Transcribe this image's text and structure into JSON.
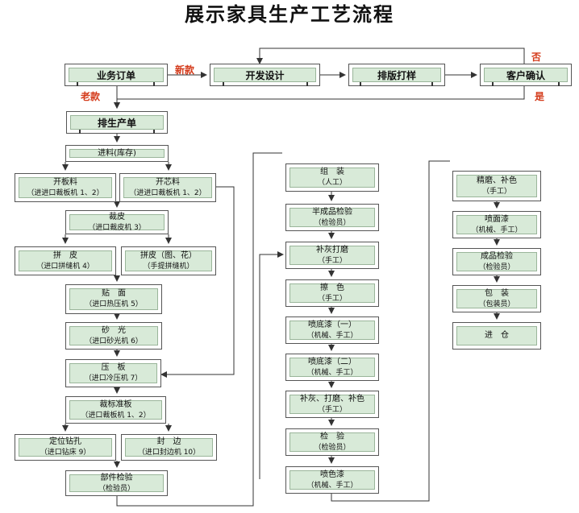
{
  "title": "展示家具生产工艺流程",
  "labels": {
    "new": "新款",
    "old": "老款",
    "no": "否",
    "yes": "是"
  },
  "top_boxes": {
    "order": "业务订单",
    "design": "开发设计",
    "typeset": "排版打样",
    "confirm": "客户确认",
    "schedule": "排生产单"
  },
  "col1": {
    "feed": {
      "l1": "进料(库存)"
    },
    "cut_board": {
      "l1": "开板料",
      "l2": "（进进口裁板机 1、2）"
    },
    "cut_core": {
      "l1": "开芯料",
      "l2": "（进进口裁板机 1、2）"
    },
    "cut_skin": {
      "l1": "裁皮",
      "l2": "（进口裁皮机 3）"
    },
    "splice": {
      "l1": "拼　皮",
      "l2": "（进口拼缝机 4）"
    },
    "splice_pattern": {
      "l1": "拼皮（图、花）",
      "l2": "（手提拼缝机）"
    },
    "veneer": {
      "l1": "贴　面",
      "l2": "（进口热压机 5）"
    },
    "sanding": {
      "l1": "砂　光",
      "l2": "（进口砂光机 6）"
    },
    "press": {
      "l1": "压　板",
      "l2": "（进口冷压机 7）"
    },
    "cut_std": {
      "l1": "裁标准板",
      "l2": "（进口裁板机 1、2）"
    },
    "drill": {
      "l1": "定位钻孔",
      "l2": "（进口钻床 9）"
    },
    "edge": {
      "l1": "封　边",
      "l2": "（进口封边机 10）"
    },
    "part_inspect": {
      "l1": "部件检验",
      "l2": "（检验员）"
    }
  },
  "col2": [
    {
      "l1": "组　装",
      "l2": "（人工）"
    },
    {
      "l1": "半成品检验",
      "l2": "（检验员）"
    },
    {
      "l1": "补灰打磨",
      "l2": "（手工）"
    },
    {
      "l1": "擦　色",
      "l2": "（手工）"
    },
    {
      "l1": "喷底漆（一）",
      "l2": "（机械、手工）"
    },
    {
      "l1": "喷底漆（二）",
      "l2": "（机械、手工）"
    },
    {
      "l1": "补灰、打磨、补色",
      "l2": "（手工）"
    },
    {
      "l1": "检　验",
      "l2": "（检验员）"
    },
    {
      "l1": "喷色漆",
      "l2": "（机械、手工）"
    }
  ],
  "col3": [
    {
      "l1": "精磨、补色",
      "l2": "（手工）"
    },
    {
      "l1": "喷面漆",
      "l2": "（机械、手工）"
    },
    {
      "l1": "成品检验",
      "l2": "（检验员）"
    },
    {
      "l1": "包　装",
      "l2": "（包装员）"
    },
    {
      "l1": "进　仓",
      "l2": ""
    }
  ]
}
